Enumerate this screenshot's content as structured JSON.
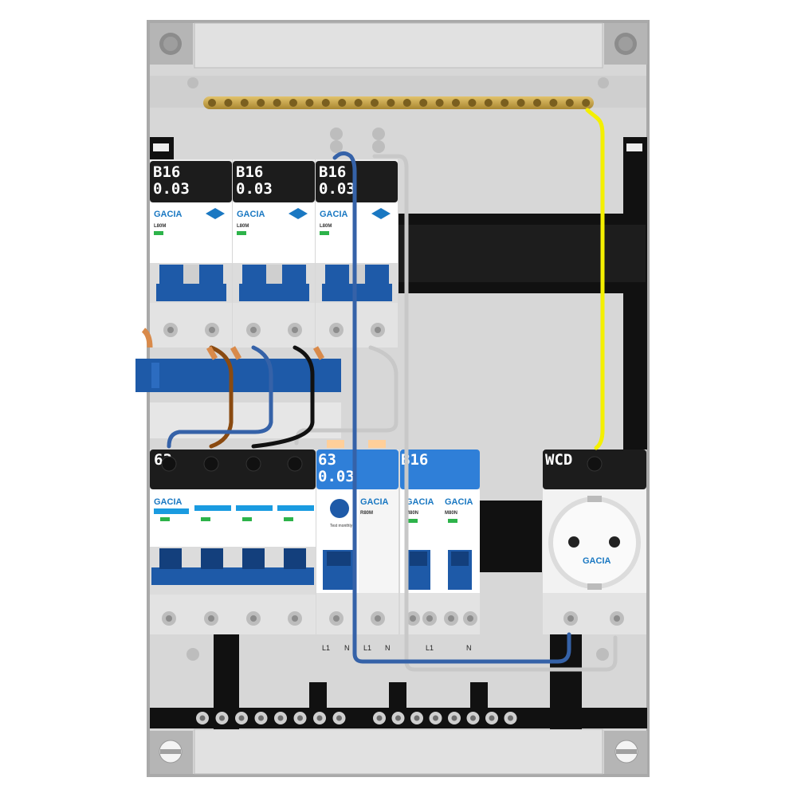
{
  "colors": {
    "panel": "#d9d9d9",
    "panel_edge": "#a6a6a6",
    "din_rail": "#111111",
    "breaker_blue": "#1e5aa8",
    "label_black": "#1c1c1c",
    "label_blue": "#2f7fd8",
    "busbar_brass": "#c9a64a",
    "wire_yellow": "#f4f000",
    "wire_blue": "#3562a8",
    "wire_brown": "#8a4a10",
    "wire_black": "#111111",
    "wire_grey": "#c8c8c8",
    "brand_blue": "#1a78c2"
  },
  "top_row": [
    {
      "label_1": "B16",
      "label_2": "0.03",
      "brand": "GACIA",
      "model": "L80M"
    },
    {
      "label_1": "B16",
      "label_2": "0.03",
      "brand": "GACIA",
      "model": "L80M"
    },
    {
      "label_1": "B16",
      "label_2": "0.03",
      "brand": "GACIA",
      "model": "L80M"
    }
  ],
  "bottom_row": {
    "main_switch": {
      "label": "63",
      "brand": "GACIA"
    },
    "rcd": {
      "label_1": "63",
      "label_2": "0.03",
      "brand": "GACIA",
      "model": "R80M",
      "test_text": "Test monthly"
    },
    "mcb": {
      "label": "B16",
      "model": "M80N",
      "brand": "GACIA"
    },
    "mcb_2": {
      "model": "M80N",
      "brand": "GACIA"
    },
    "socket": {
      "label": "WCD",
      "brand": "GACIA"
    }
  },
  "terminal_labels": {
    "rcd_l1": "L1",
    "rcd_n": "N",
    "rcd_l1_out": "L1",
    "rcd_n_out": "N",
    "mcb_l1": "L1",
    "mcb_n": "N"
  }
}
